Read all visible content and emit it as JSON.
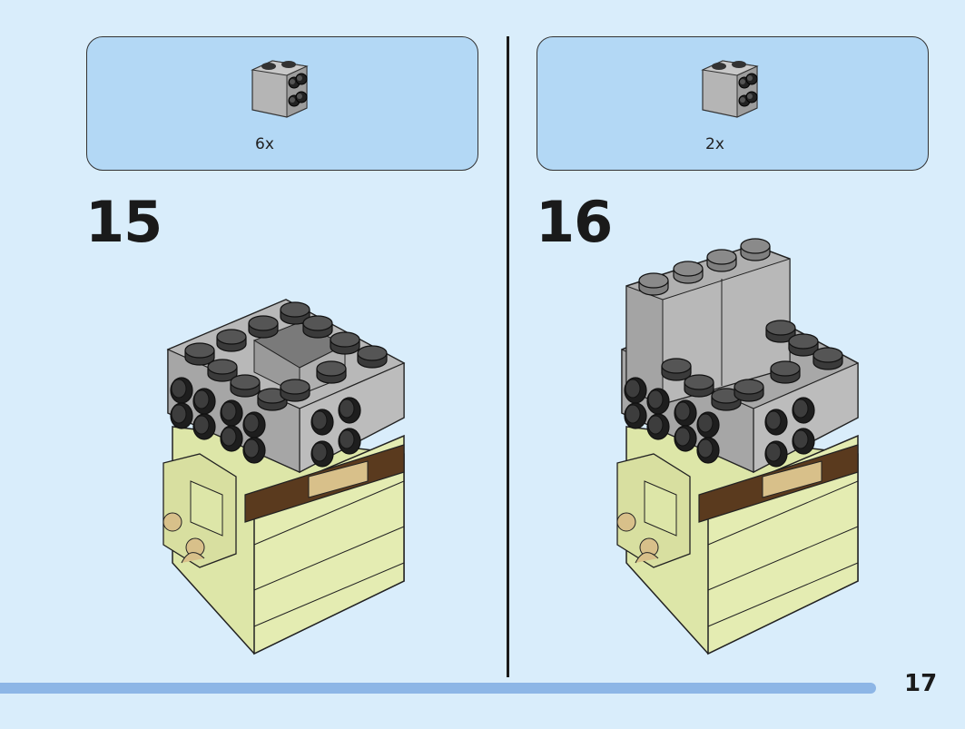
{
  "steps": [
    {
      "number": "15",
      "part": {
        "name": "brick-2x2-side-studs",
        "quantity": "6x",
        "color": "#a0a0a0"
      }
    },
    {
      "number": "16",
      "part": {
        "name": "brick-2x2-side-studs",
        "quantity": "2x",
        "color": "#a0a0a0"
      }
    }
  ],
  "page_number": "17",
  "colors": {
    "background": "#d9edfb",
    "parts_box": "#b3d8f5",
    "progress_bar": "#8db6e6",
    "grey_brick": "#a0a0a0",
    "dark_stud": "#3a3a3a",
    "lime_body": "#dde6a8",
    "brown_band": "#5a3a1e",
    "tan": "#d8c08a"
  }
}
